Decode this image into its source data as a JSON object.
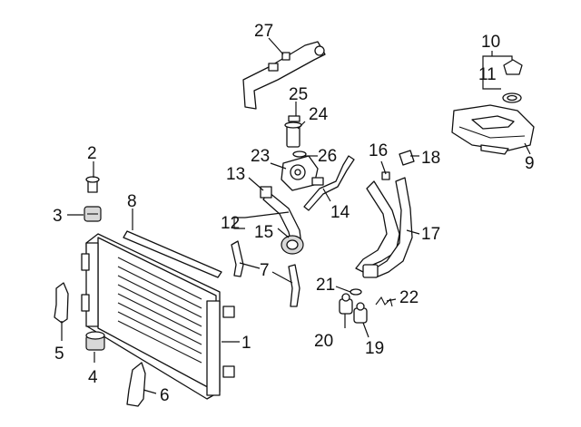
{
  "diagram": {
    "colors": {
      "ink": "#111111",
      "background": "#ffffff",
      "shade": "#d8d8d8"
    },
    "callouts": [
      {
        "id": "c1",
        "label": "1",
        "part": "radiator"
      },
      {
        "id": "c2",
        "label": "2",
        "part": "bolt"
      },
      {
        "id": "c3",
        "label": "3",
        "part": "mount-bushing"
      },
      {
        "id": "c4",
        "label": "4",
        "part": "lower-insulator"
      },
      {
        "id": "c5",
        "label": "5",
        "part": "left-bracket"
      },
      {
        "id": "c6",
        "label": "6",
        "part": "right-bracket"
      },
      {
        "id": "c7",
        "label": "7",
        "part": "air-seal-strips"
      },
      {
        "id": "c8",
        "label": "8",
        "part": "upper-seal"
      },
      {
        "id": "c9",
        "label": "9",
        "part": "reservoir"
      },
      {
        "id": "c10",
        "label": "10",
        "part": "reservoir-cap-group"
      },
      {
        "id": "c11",
        "label": "11",
        "part": "reservoir-cap"
      },
      {
        "id": "c12",
        "label": "12",
        "part": "hose-assembly"
      },
      {
        "id": "c13",
        "label": "13",
        "part": "hose-clamp"
      },
      {
        "id": "c14",
        "label": "14",
        "part": "hose"
      },
      {
        "id": "c15",
        "label": "15",
        "part": "outlet-hose"
      },
      {
        "id": "c16",
        "label": "16",
        "part": "clip"
      },
      {
        "id": "c17",
        "label": "17",
        "part": "coolant-pipe"
      },
      {
        "id": "c18",
        "label": "18",
        "part": "clip"
      },
      {
        "id": "c19",
        "label": "19",
        "part": "sensor"
      },
      {
        "id": "c20",
        "label": "20",
        "part": "sensor"
      },
      {
        "id": "c21",
        "label": "21",
        "part": "o-ring"
      },
      {
        "id": "c22",
        "label": "22",
        "part": "retaining-clip"
      },
      {
        "id": "c23",
        "label": "23",
        "part": "water-pump"
      },
      {
        "id": "c24",
        "label": "24",
        "part": "connector"
      },
      {
        "id": "c25",
        "label": "25",
        "part": "clip"
      },
      {
        "id": "c26",
        "label": "26",
        "part": "o-ring"
      },
      {
        "id": "c27",
        "label": "27",
        "part": "coolant-pipe"
      }
    ]
  }
}
